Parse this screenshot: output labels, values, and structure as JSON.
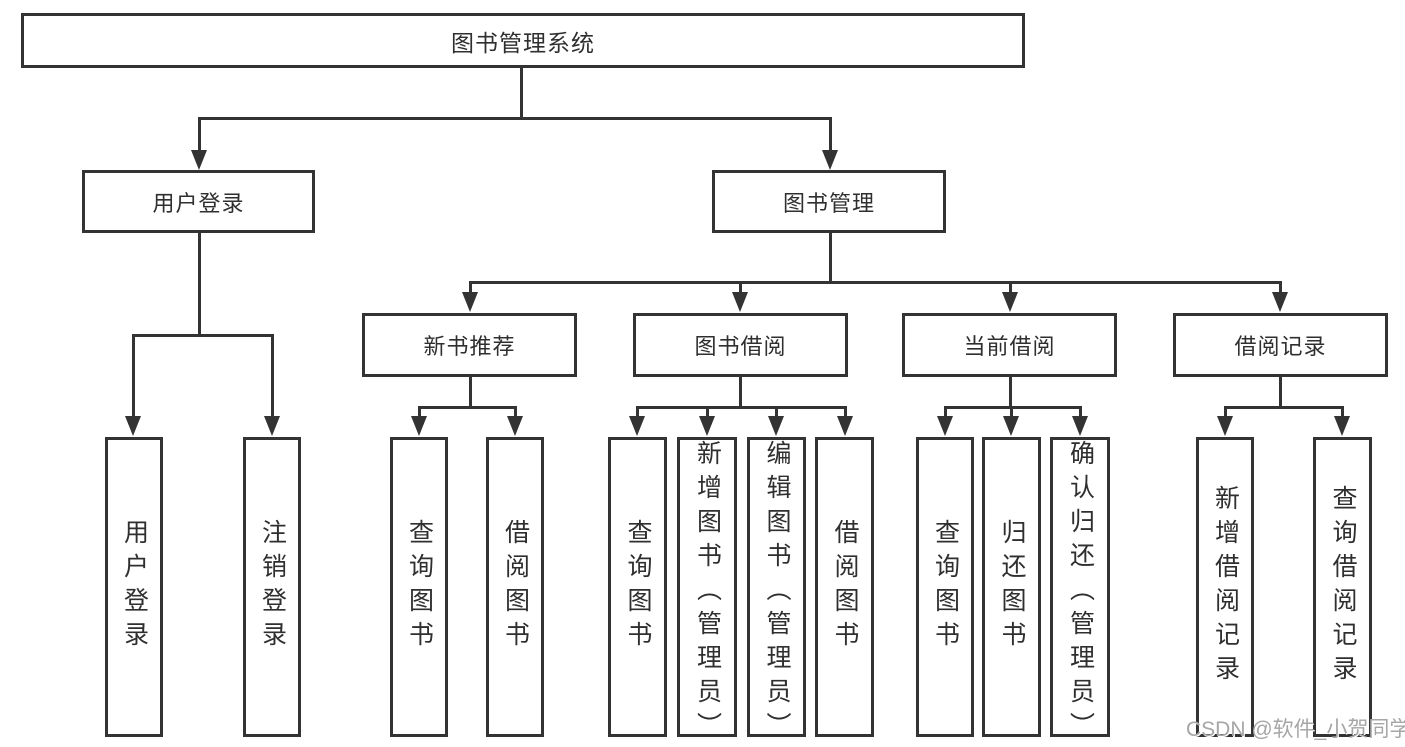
{
  "tree": {
    "root": "图书管理系统",
    "children": [
      {
        "label": "用户登录",
        "children": [
          {
            "label": "用户登录"
          },
          {
            "label": "注销登录"
          }
        ]
      },
      {
        "label": "图书管理",
        "children": [
          {
            "label": "新书推荐",
            "children": [
              {
                "label": "查询图书"
              },
              {
                "label": "借阅图书"
              }
            ]
          },
          {
            "label": "图书借阅",
            "children": [
              {
                "label": "查询图书"
              },
              {
                "label": "新增图书（管理员）"
              },
              {
                "label": "编辑图书（管理员）"
              },
              {
                "label": "借阅图书"
              }
            ]
          },
          {
            "label": "当前借阅",
            "children": [
              {
                "label": "查询图书"
              },
              {
                "label": "归还图书"
              },
              {
                "label": "确认归还（管理员）"
              }
            ]
          },
          {
            "label": "借阅记录",
            "children": [
              {
                "label": "新增借阅记录"
              },
              {
                "label": "查询借阅记录"
              }
            ]
          }
        ]
      }
    ]
  },
  "watermark": {
    "text": "CSDN @软件_小贺同学"
  },
  "colors": {
    "line": "#333333",
    "text": "#2f2f2f",
    "watermark": "#a6a6a6",
    "background": "#ffffff"
  }
}
